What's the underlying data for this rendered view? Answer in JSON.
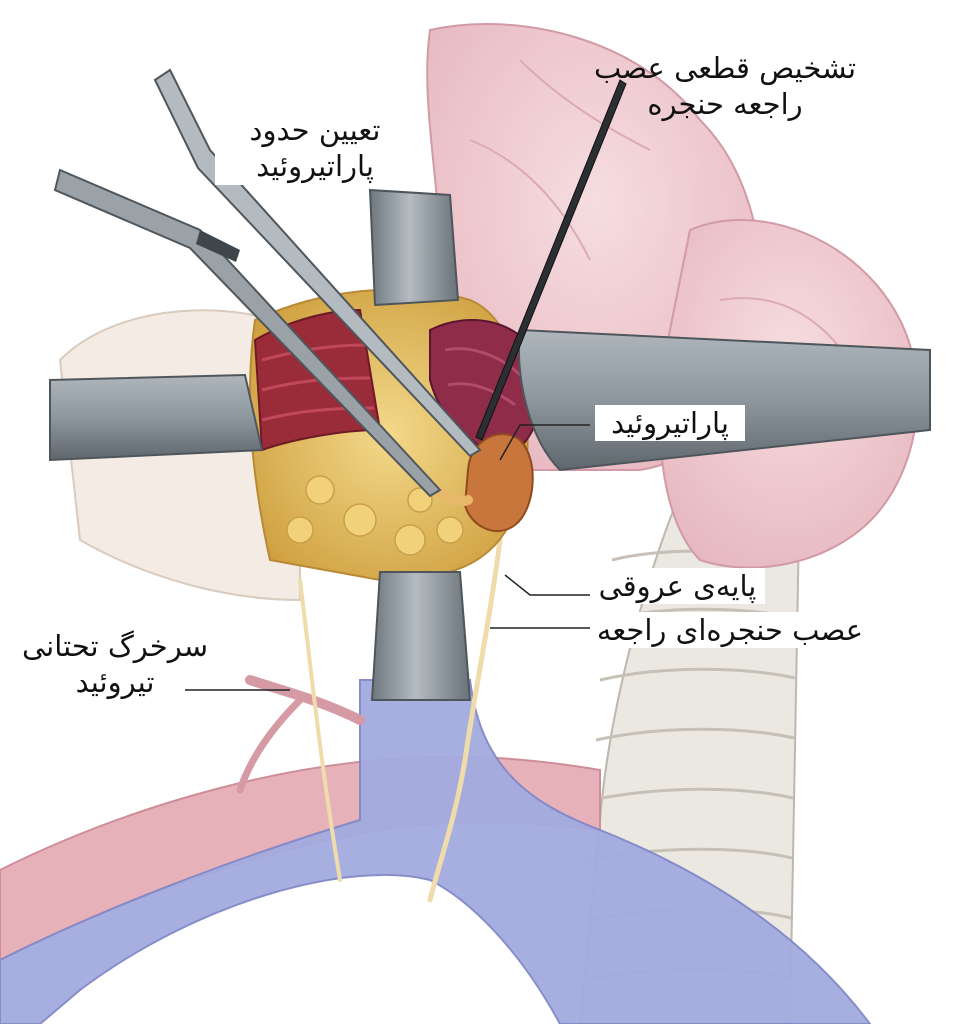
{
  "colors": {
    "thyroid": "#efc9cf",
    "thyroid_edge": "#d7a3ad",
    "retractor": "#8e979e",
    "retractor_dark": "#5d666d",
    "fat": "#e3bd57",
    "muscle": "#9a2c3a",
    "parathyroid": "#c8763c",
    "vein": "#9aa4dc",
    "artery": "#e0a3ac",
    "trachea": "#e8e5df",
    "nerve": "#f2e2b8",
    "leader": "#222222"
  },
  "labels": {
    "nerve_identification": [
      "تشخیص قطعی عصب",
      "راجعه حنجره"
    ],
    "parathyroid_boundary": [
      "تعیین حدود",
      "پاراتیروئید"
    ],
    "parathyroid": "پاراتیروئید",
    "vascular_pedicle": "پایه‌ی عروقی",
    "recurrent_laryngeal_nerve": "عصب حنجره‌ای راجعه",
    "inferior_thyroid_artery": [
      "سرخرگ تحتانی",
      "تیروئید"
    ]
  }
}
